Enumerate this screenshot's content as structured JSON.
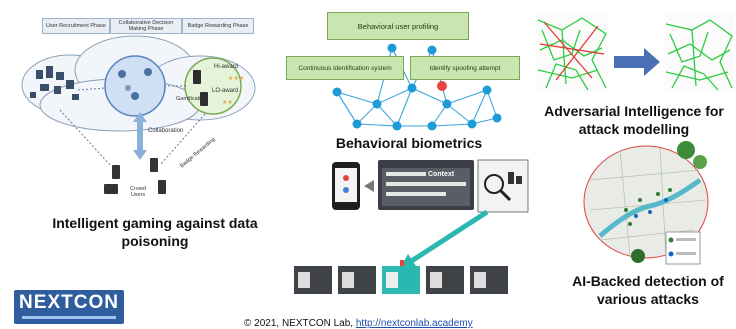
{
  "panel_gaming": {
    "phases": [
      "User Recruitment Phase",
      "Collaborative Decision Making Phase",
      "Badge Rewarding Phase"
    ],
    "labels": {
      "hi_award": "Hi-award",
      "lo_award": "LO-award",
      "gamification": "Gamification",
      "collaboration": "Collaboration",
      "badge_rewarding": "Badge Rewarding",
      "crowd_users": "Crowd Users"
    },
    "caption_line1": "Intelligent gaming against data",
    "caption_line2": "poisoning"
  },
  "panel_biometrics": {
    "top_box": "Behavioral user profiling",
    "left_box": "Continuous identification system",
    "right_box": "Identify spoofing attempt",
    "caption": "Behavioral biometrics",
    "context_label": "Context"
  },
  "panel_adversarial": {
    "caption_line1": "Adversarial Intelligence for",
    "caption_line2": "attack modelling"
  },
  "panel_detection": {
    "caption_line1": "AI-Backed detection of",
    "caption_line2": "various attacks"
  },
  "footer": {
    "logo_text": "NEXTCON",
    "copyright_prefix": "© 2021, NEXTCON Lab,",
    "copyright_link": "http://nextconlab.academy"
  },
  "colors": {
    "green_box": "#c9e6b0",
    "node_blue": "#1d9bd6",
    "arrow_blue": "#3f6fb0",
    "teal": "#2bb8b0"
  }
}
